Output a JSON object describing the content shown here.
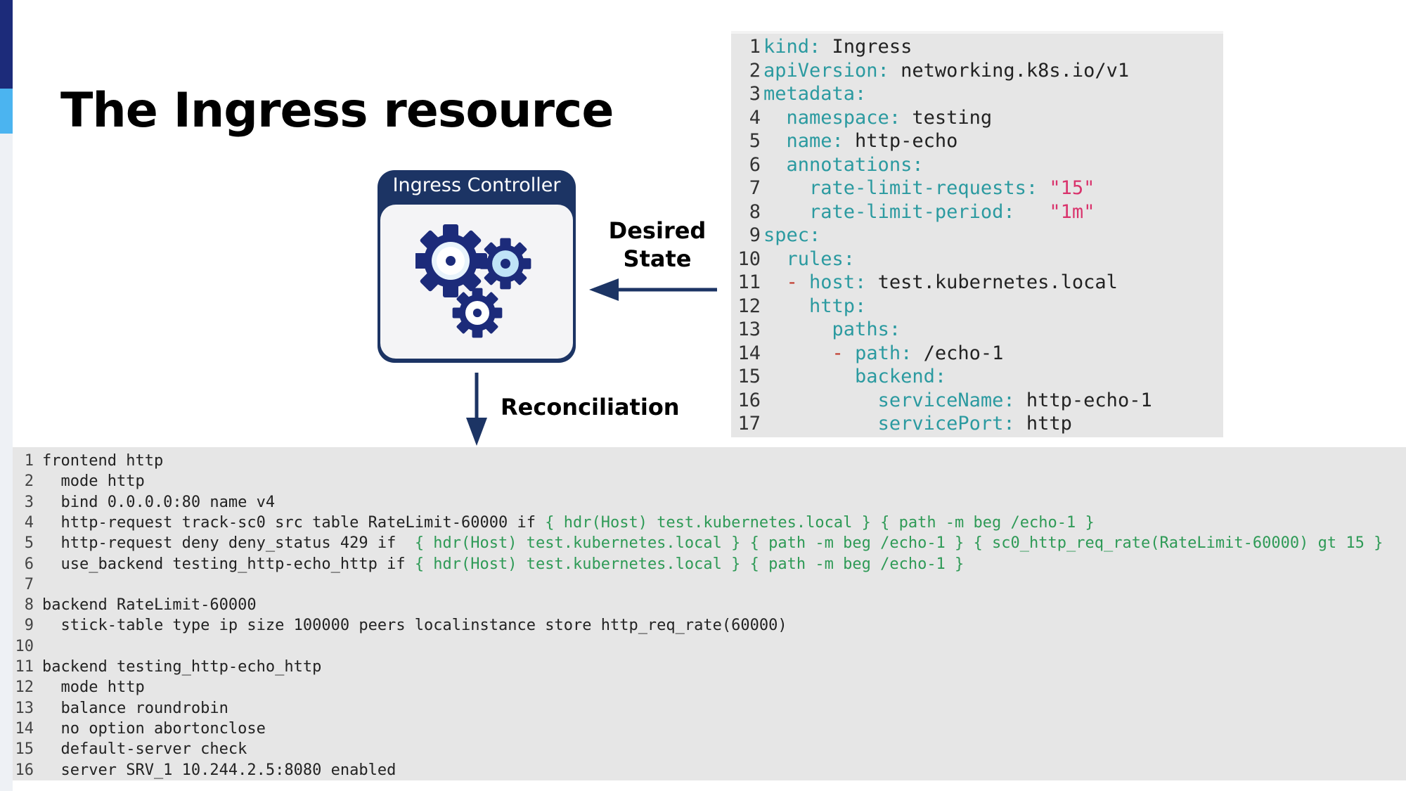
{
  "slide": {
    "title": "The Ingress resource",
    "accent_colors": {
      "dark": "#1c2b7a",
      "light": "#4bb4f0",
      "controller": "#1c3464"
    }
  },
  "controller": {
    "label": "Ingress Controller",
    "icon": "gears-icon"
  },
  "arrows": {
    "desired_state_line1": "Desired",
    "desired_state_line2": "State",
    "reconciliation": "Reconciliation"
  },
  "yaml_code": {
    "lines": [
      {
        "num": "1",
        "text": "kind: Ingress"
      },
      {
        "num": "2",
        "text": "apiVersion: networking.k8s.io/v1"
      },
      {
        "num": "3",
        "text": "metadata:"
      },
      {
        "num": "4",
        "text": "  namespace: testing"
      },
      {
        "num": "5",
        "text": "  name: http-echo"
      },
      {
        "num": "6",
        "text": "  annotations:"
      },
      {
        "num": "7",
        "text": "    rate-limit-requests: \"15\""
      },
      {
        "num": "8",
        "text": "    rate-limit-period:   \"1m\""
      },
      {
        "num": "9",
        "text": "spec:"
      },
      {
        "num": "10",
        "text": "  rules:"
      },
      {
        "num": "11",
        "text": "  - host: test.kubernetes.local"
      },
      {
        "num": "12",
        "text": "    http:"
      },
      {
        "num": "13",
        "text": "      paths:"
      },
      {
        "num": "14",
        "text": "      - path: /echo-1"
      },
      {
        "num": "15",
        "text": "        backend:"
      },
      {
        "num": "16",
        "text": "          serviceName: http-echo-1"
      },
      {
        "num": "17",
        "text": "          servicePort: http"
      }
    ]
  },
  "haproxy_config": {
    "lines": [
      {
        "num": "1",
        "text": "frontend http"
      },
      {
        "num": "2",
        "text": "  mode http"
      },
      {
        "num": "3",
        "text": "  bind 0.0.0.0:80 name v4"
      },
      {
        "num": "4",
        "text": "  http-request track-sc0 src table RateLimit-60000 if { hdr(Host) test.kubernetes.local } { path -m beg /echo-1 }"
      },
      {
        "num": "5",
        "text": "  http-request deny deny_status 429 if  { hdr(Host) test.kubernetes.local } { path -m beg /echo-1 } { sc0_http_req_rate(RateLimit-60000) gt 15 }"
      },
      {
        "num": "6",
        "text": "  use_backend testing_http-echo_http if { hdr(Host) test.kubernetes.local } { path -m beg /echo-1 }"
      },
      {
        "num": "7",
        "text": ""
      },
      {
        "num": "8",
        "text": "backend RateLimit-60000"
      },
      {
        "num": "9",
        "text": "  stick-table type ip size 100000 peers localinstance store http_req_rate(60000)"
      },
      {
        "num": "10",
        "text": ""
      },
      {
        "num": "11",
        "text": "backend testing_http-echo_http"
      },
      {
        "num": "12",
        "text": "  mode http"
      },
      {
        "num": "13",
        "text": "  balance roundrobin"
      },
      {
        "num": "14",
        "text": "  no option abortonclose"
      },
      {
        "num": "15",
        "text": "  default-server check"
      },
      {
        "num": "16",
        "text": "  server SRV_1 10.244.2.5:8080 enabled"
      }
    ]
  }
}
